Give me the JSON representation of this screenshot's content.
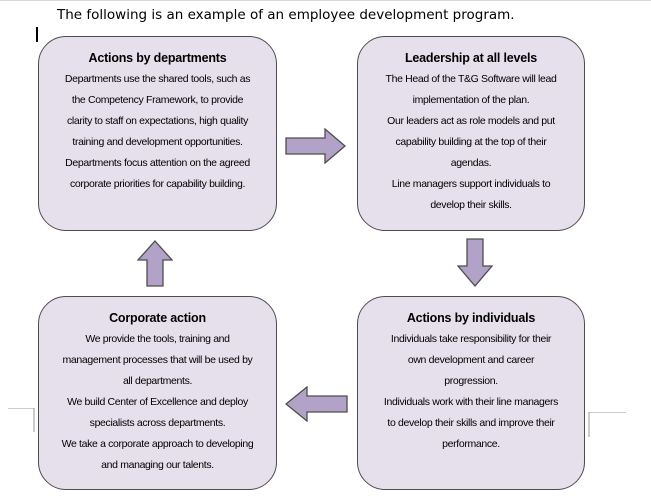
{
  "intro_text": "The following is an example of an employee development program.",
  "boxes": {
    "departments": {
      "title": "Actions by departments",
      "lines": [
        "Departments use the shared tools, such as",
        "the Competency Framework, to provide",
        "clarity to staff on expectations, high quality",
        "training and development opportunities.",
        "Departments focus attention on the agreed",
        "corporate priorities for capability building."
      ]
    },
    "leadership": {
      "title": "Leadership at all levels",
      "lines": [
        "The Head of the T&G Software will lead",
        "implementation of the plan.",
        "Our leaders act as role models and put",
        "capability building at the top of their",
        "agendas.",
        "Line managers support individuals to",
        "develop their skills."
      ]
    },
    "corporate": {
      "title": "Corporate action",
      "lines": [
        "We provide the tools, training and",
        "management processes that will be used by",
        "all departments.",
        "We build Center of Excellence and deploy",
        "specialists across departments.",
        "We take a corporate approach to developing",
        "and managing our talents."
      ]
    },
    "individuals": {
      "title": "Actions by individuals",
      "lines": [
        "Individuals take responsibility for their",
        "own development and career",
        "progression.",
        "Individuals work with their line managers",
        "to develop their skills and improve their",
        "performance."
      ]
    }
  },
  "colors": {
    "box_fill": "#e6e0ec",
    "arrow_fill": "#b3a2c7",
    "outline": "#4d4d4d"
  }
}
